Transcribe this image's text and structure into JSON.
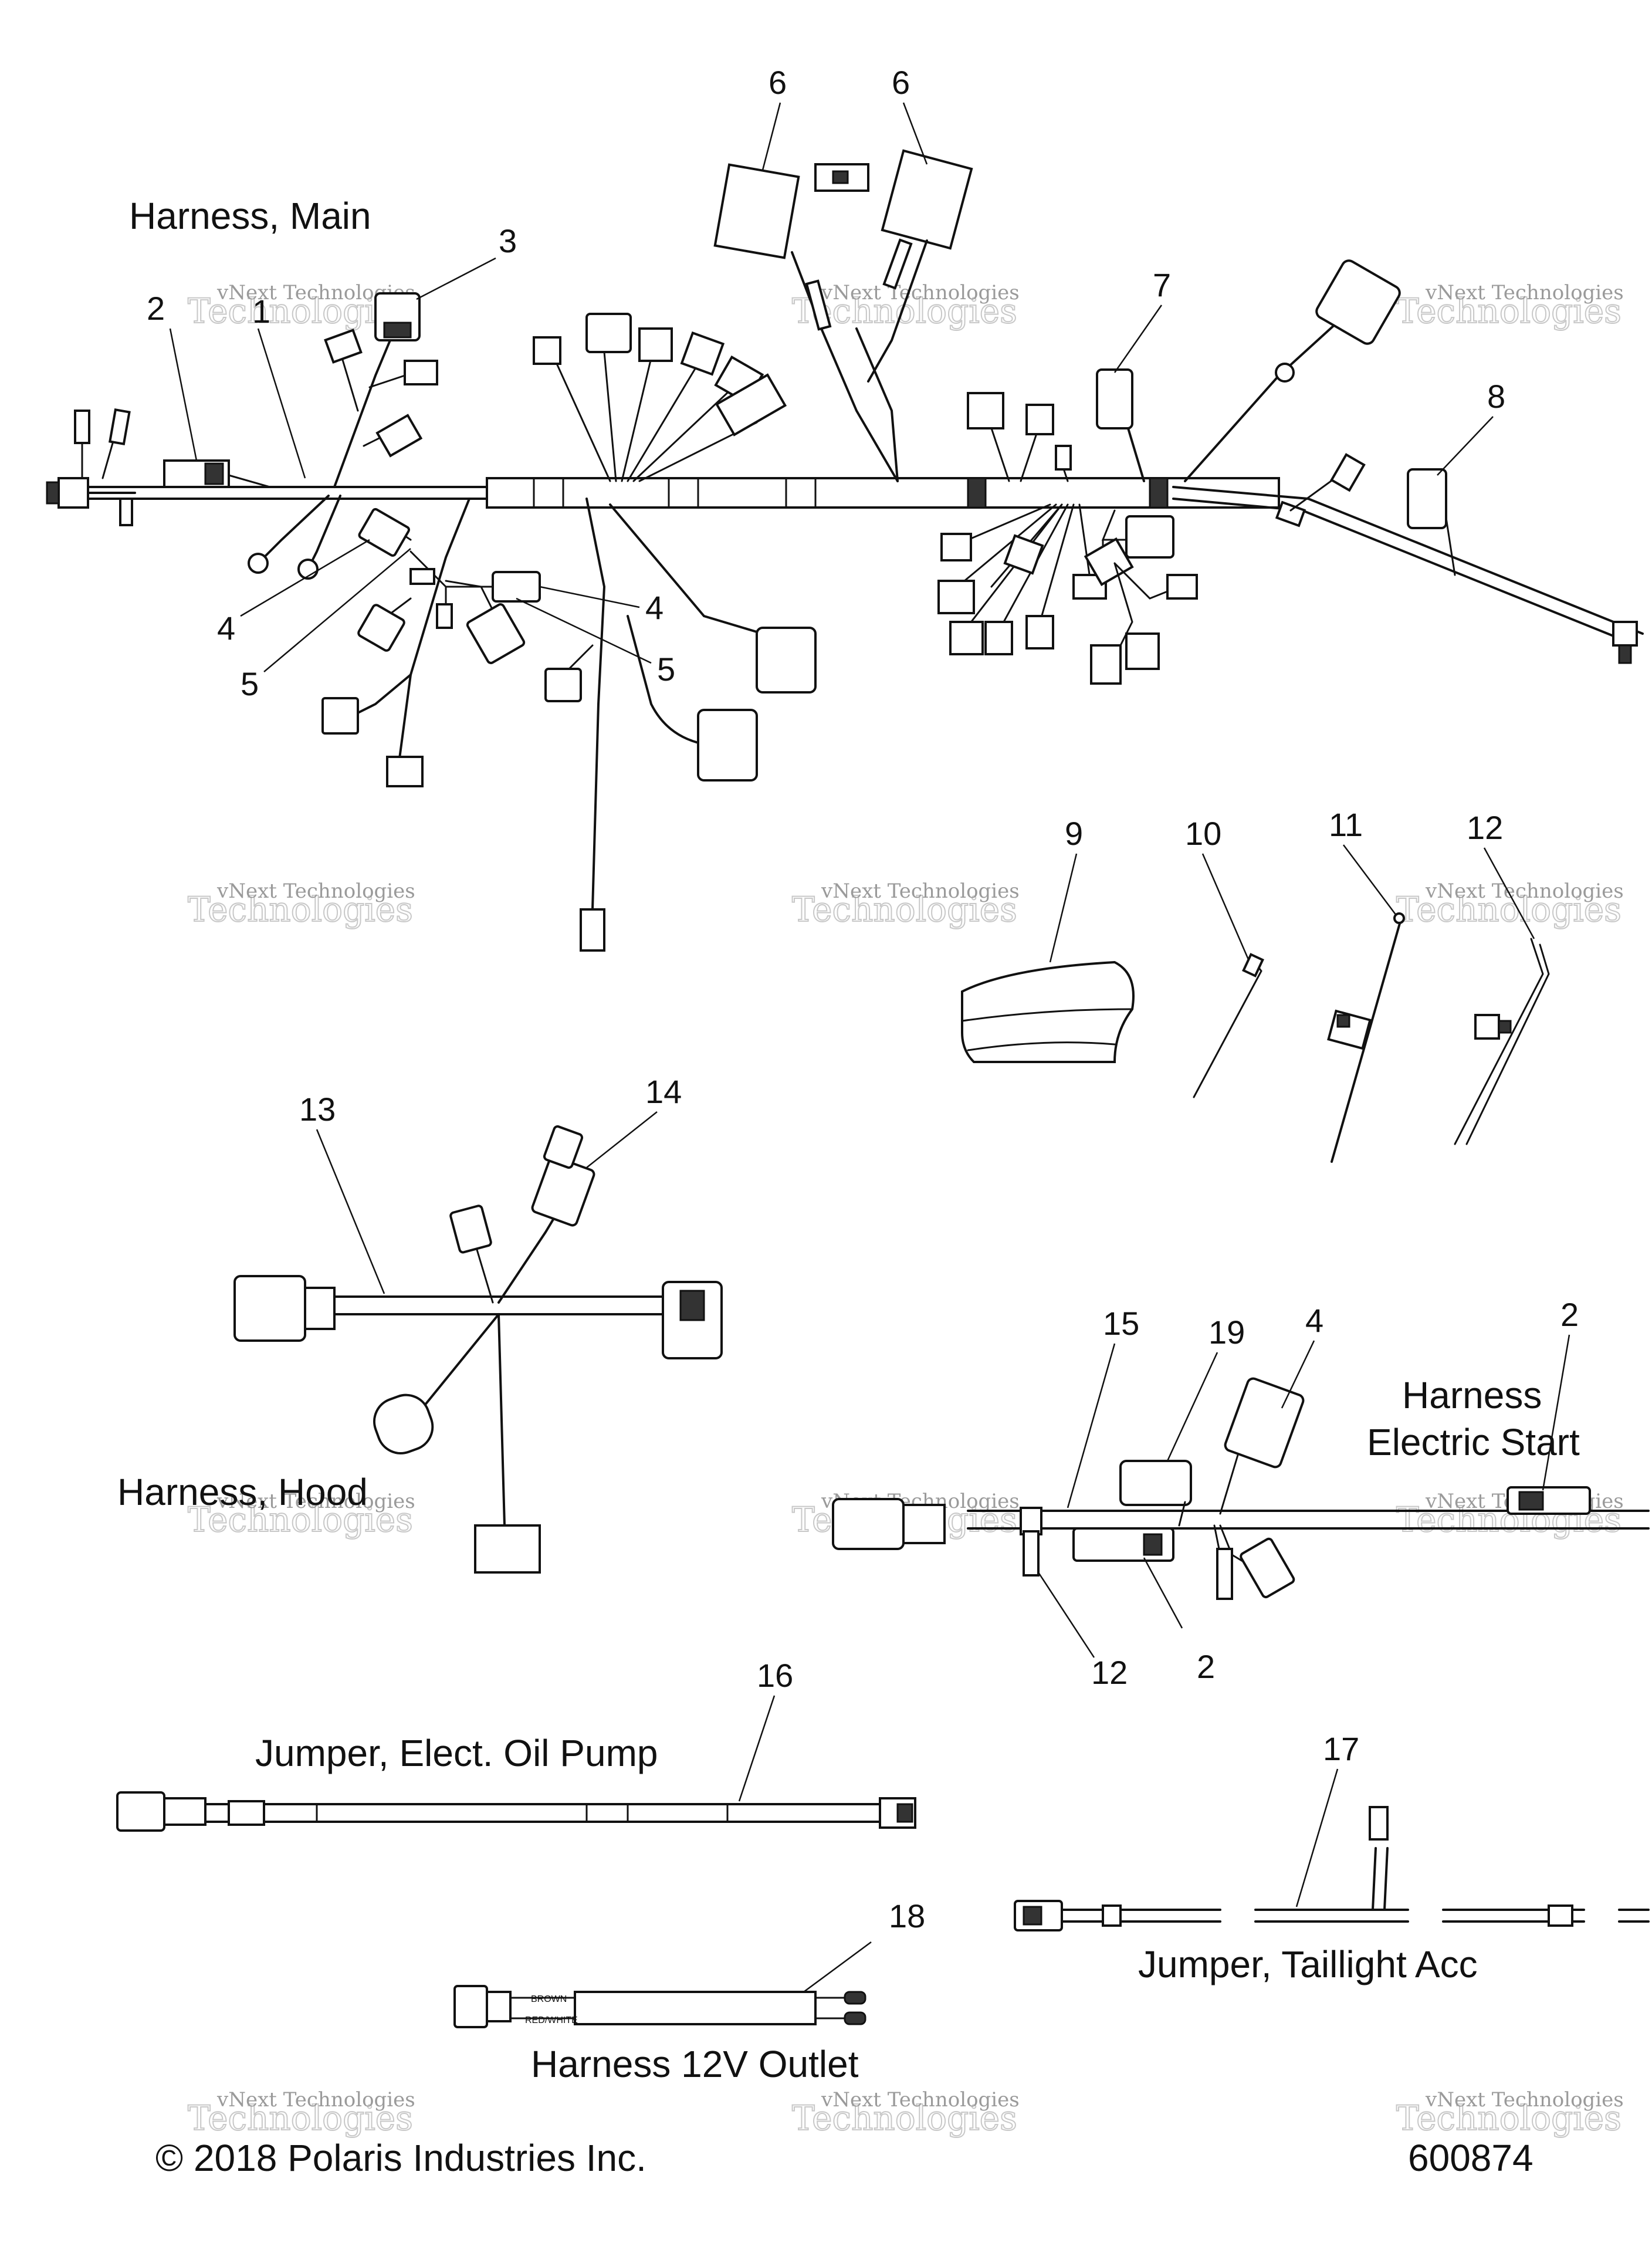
{
  "titles": {
    "harness_main": "Harness, Main",
    "harness_hood": "Harness, Hood",
    "harness_electric_start_line1": "Harness",
    "harness_electric_start_line2": "Electric Start",
    "jumper_oil_pump": "Jumper, Elect. Oil Pump",
    "jumper_taillight": "Jumper, Taillight Acc",
    "harness_12v": "Harness 12V Outlet"
  },
  "callouts": {
    "c1": "1",
    "c2a": "2",
    "c3": "3",
    "c4a": "4",
    "c4b": "4",
    "c5a": "5",
    "c5b": "5",
    "c6a": "6",
    "c6b": "6",
    "c7": "7",
    "c8": "8",
    "c9": "9",
    "c10": "10",
    "c11": "11",
    "c12a": "12",
    "c13": "13",
    "c14": "14",
    "c15": "15",
    "c19": "19",
    "c4c": "4",
    "c2b": "2",
    "c12b": "12",
    "c2c": "2",
    "c16": "16",
    "c17": "17",
    "c18": "18"
  },
  "wire_labels": {
    "brown": "BROWN",
    "red_white": "RED/WHITE"
  },
  "watermark": {
    "line1": "vNext Technologies",
    "line2": "Technologies",
    "arc": "vNext"
  },
  "footer": {
    "copyright": "© 2018 Polaris Industries Inc.",
    "figure_number": "600874"
  }
}
